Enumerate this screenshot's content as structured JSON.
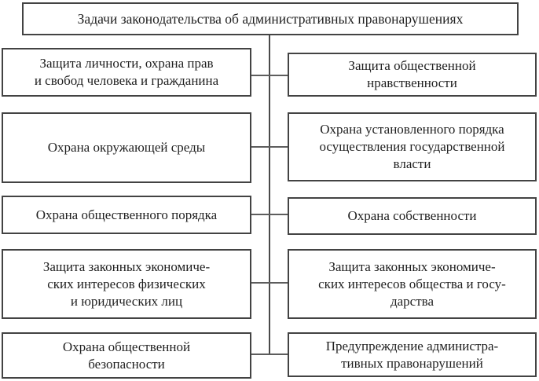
{
  "diagram": {
    "title": "Задачи законодательства об административных правонарушениях",
    "rows": [
      {
        "left": "Защита личности, охрана прав\nи свобод человека и гражданина",
        "right": "Защита общественной\nнравственности"
      },
      {
        "left": "Охрана окружающей среды",
        "right": "Охрана установленного порядка\nосуществления государственной\nвласти"
      },
      {
        "left": "Охрана общественного порядка",
        "right": "Охрана собственности"
      },
      {
        "left": "Защита законных экономиче-\nских интересов физических\nи юридических лиц",
        "right": "Защита законных экономиче-\nских интересов общества и госу-\nдарства"
      },
      {
        "left": "Охрана общественной\nбезопасности",
        "right": "Предупреждение администра-\nтивных правонарушений"
      }
    ],
    "colors": {
      "box_border": "#434343",
      "connector_line": "#5d5d5d",
      "text": "#1f1f1f",
      "background": "#ffffff"
    }
  }
}
